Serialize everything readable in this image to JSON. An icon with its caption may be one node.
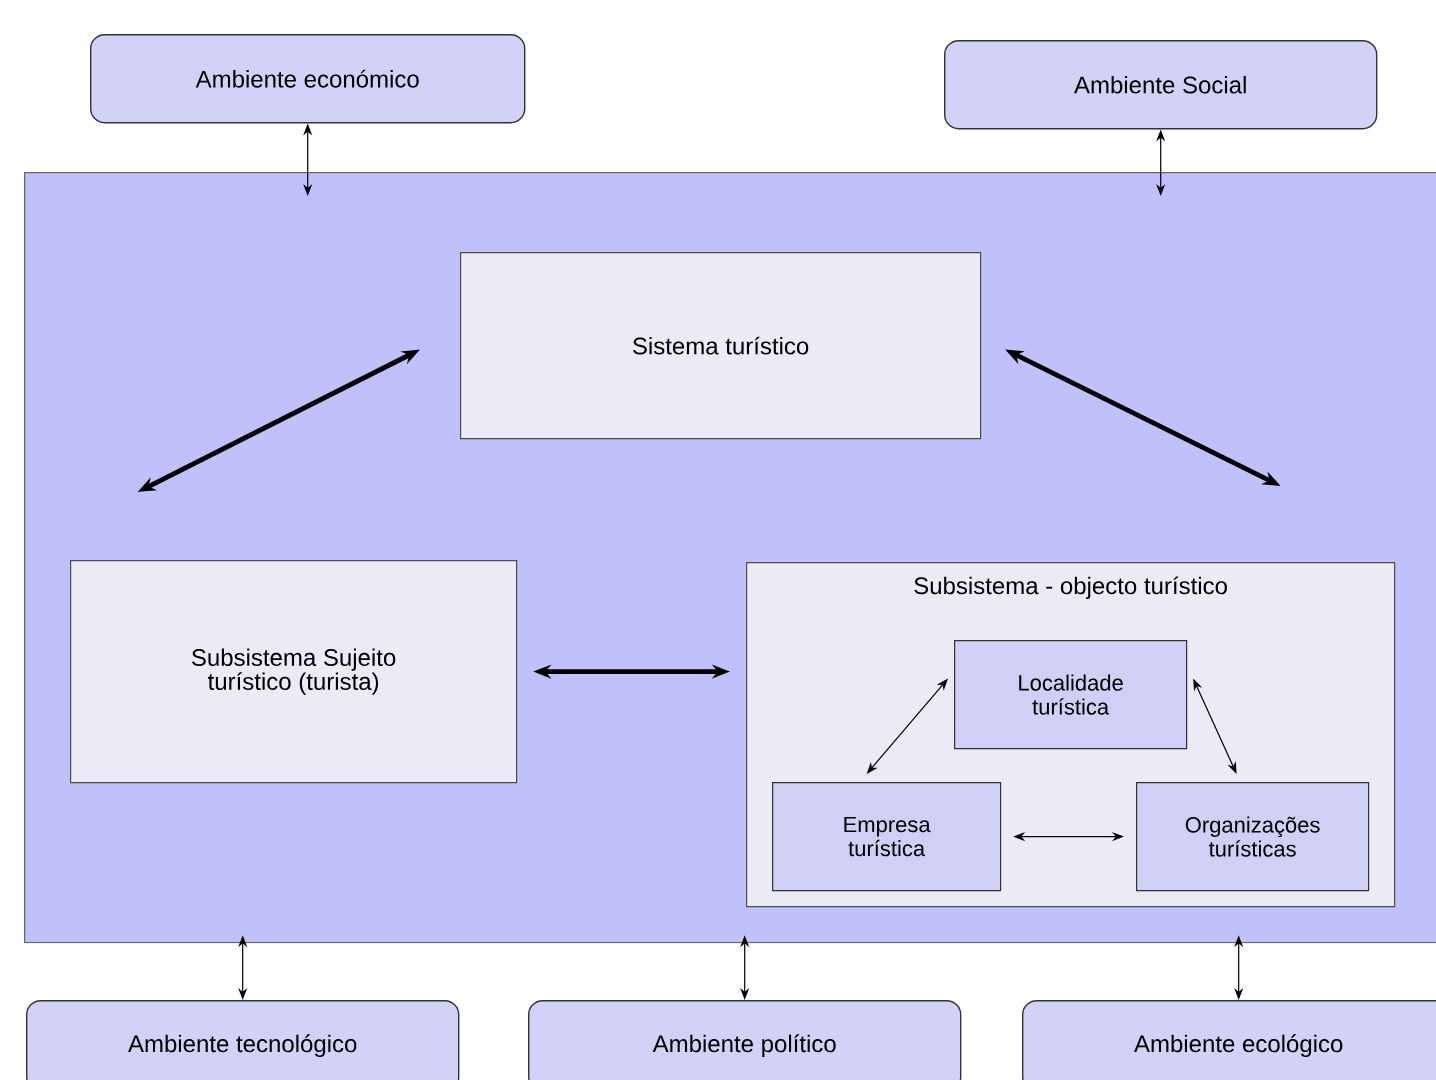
{
  "diagram": {
    "nodes": [
      {
        "text": [
          "Ambiente económico"
        ]
      },
      {
        "text": [
          "Ambiente Social"
        ]
      },
      {
        "text": [],
        "shape": "box"
      },
      {
        "text": [
          "Sistema turístico"
        ],
        "in": 2
      },
      {
        "text": [
          "Subsistema Sujeito turístico (turista)"
        ],
        "in": 2
      },
      {
        "text": [
          "Subsistema - objecto turístico"
        ],
        "in": 2
      },
      {
        "text": [
          "Localidade turística"
        ],
        "in": 5
      },
      {
        "text": [
          "Empresa turística"
        ],
        "in": 5
      },
      {
        "text": [
          "Organizações turísticas"
        ],
        "in": 5
      },
      {
        "text": [
          "Ambiente tecnológico"
        ]
      },
      {
        "text": [
          "Ambiente político"
        ]
      },
      {
        "text": [
          "Ambiente ecológico"
        ]
      }
    ],
    "edges": [
      {
        "from": 0,
        "to": 2,
        "arrow": "both"
      },
      {
        "from": 1,
        "to": 2,
        "arrow": "both"
      },
      {
        "from": 3,
        "to": 4,
        "arrow": "both",
        "style": "thick"
      },
      {
        "from": 3,
        "to": 5,
        "arrow": "both",
        "style": "thick"
      },
      {
        "from": 4,
        "to": 5,
        "arrow": "both",
        "style": "thick"
      },
      {
        "from": 6,
        "to": 7,
        "arrow": "both"
      },
      {
        "from": 6,
        "to": 8,
        "arrow": "both"
      },
      {
        "from": 7,
        "to": 8,
        "arrow": "both"
      },
      {
        "from": 2,
        "to": 9,
        "arrow": "both"
      },
      {
        "from": 2,
        "to": 10,
        "arrow": "both"
      },
      {
        "from": 2,
        "to": 11,
        "arrow": "both"
      }
    ]
  }
}
